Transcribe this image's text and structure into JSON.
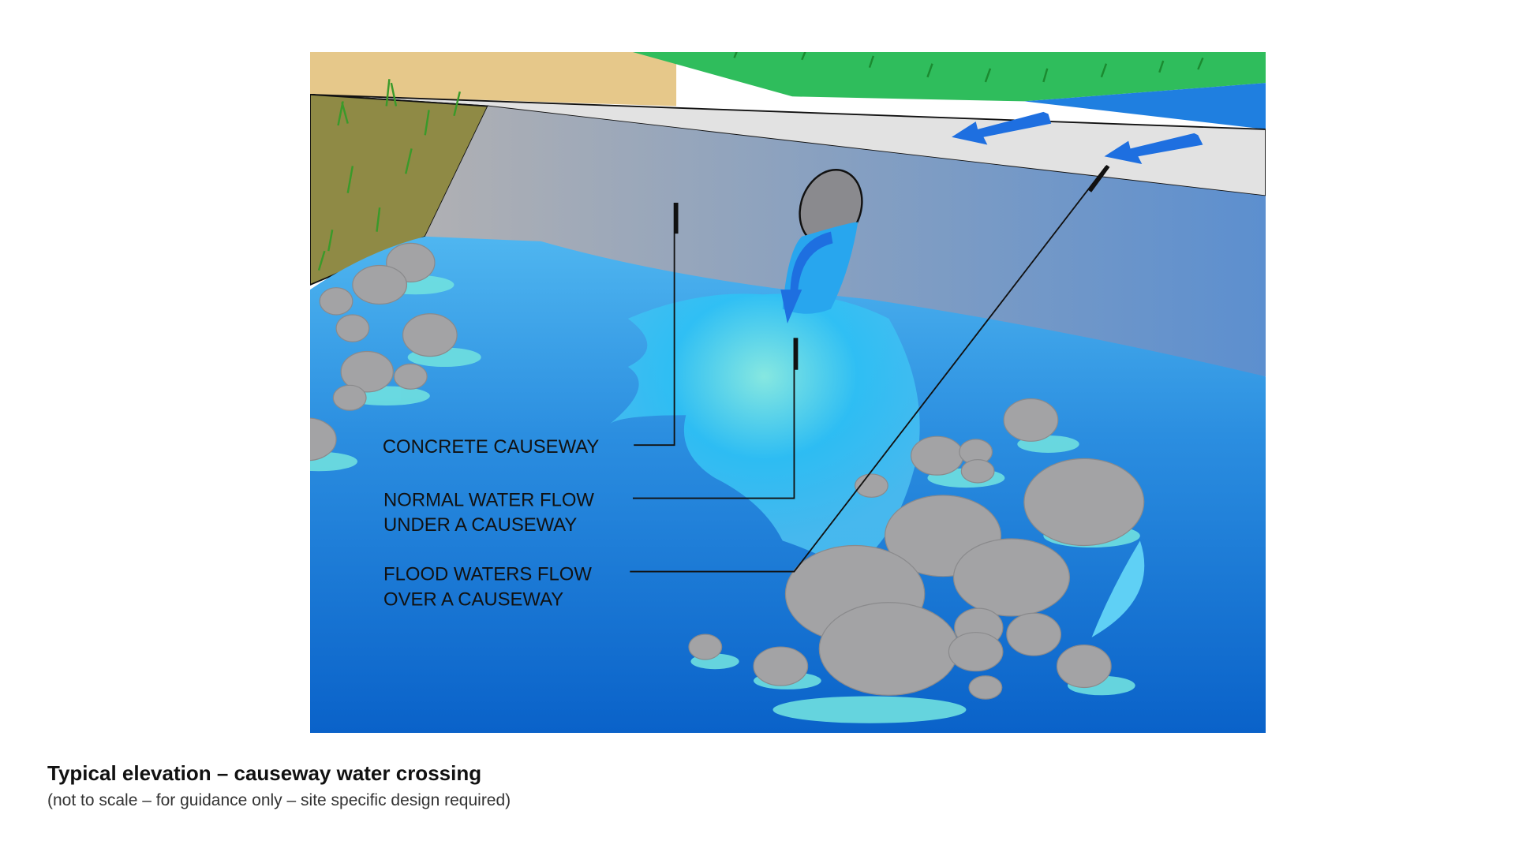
{
  "diagram": {
    "labels": {
      "concrete_causeway": "CONCRETE CAUSEWAY",
      "normal_flow_line1": "NORMAL WATER FLOW",
      "normal_flow_line2": "UNDER A CAUSEWAY",
      "flood_flow_line1": "FLOOD WATERS FLOW",
      "flood_flow_line2": "OVER A CAUSEWAY"
    },
    "colors": {
      "water_light": "#5fc8f5",
      "water_dark": "#0a62c9",
      "concrete": "#a9a9ad",
      "road": "#e2e2e2",
      "grass": "#2fbd5c",
      "soil": "#e6c88a",
      "rock": "#a3a3a5",
      "arrow": "#1e6fe0"
    }
  },
  "caption": {
    "title": "Typical elevation – causeway water crossing",
    "subtitle": "(not to scale – for guidance only – site specific design required)"
  }
}
